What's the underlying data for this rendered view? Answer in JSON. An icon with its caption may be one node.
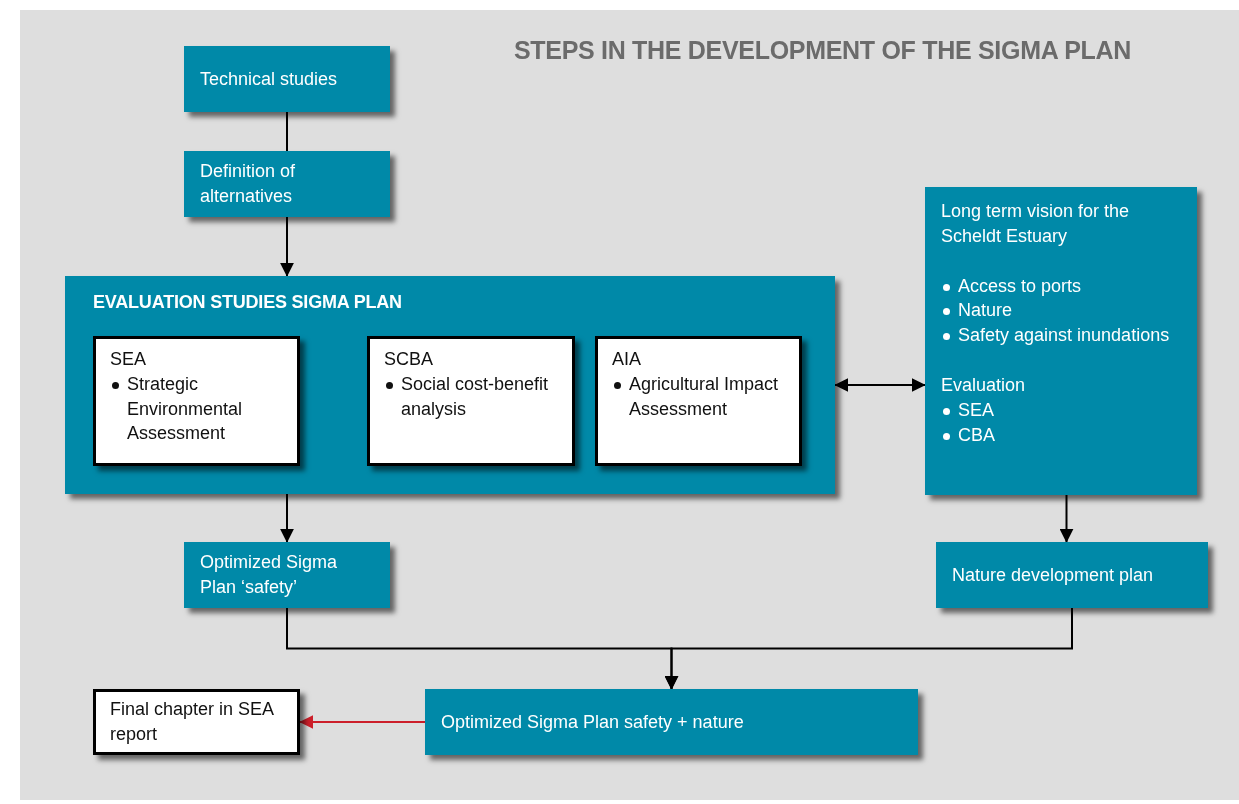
{
  "diagram": {
    "title": "STEPS IN THE DEVELOPMENT OF THE SIGMA PLAN",
    "nodes": [
      {
        "text": [
          "Technical studies"
        ]
      },
      {
        "text": [
          "Definition of alternatives"
        ]
      },
      {
        "text": [
          "EVALUATION STUDIES SIGMA PLAN"
        ]
      },
      {
        "text": [
          "SEA",
          "Strategic Environmental Assessment"
        ],
        "in": 2
      },
      {
        "text": [
          "SCBA",
          "Social cost-benefit analysis"
        ],
        "in": 2
      },
      {
        "text": [
          "AIA",
          "Agricultural Impact Assessment"
        ],
        "in": 2
      },
      {
        "text": [
          "Long term vision for the Scheldt Estuary",
          "Access to ports",
          "Nature",
          "Safety against inundations",
          "Evaluation",
          "SEA",
          "CBA"
        ]
      },
      {
        "text": [
          "Optimized Sigma Plan ‘safety’"
        ]
      },
      {
        "text": [
          "Nature development plan"
        ]
      },
      {
        "text": [
          "Optimized Sigma Plan safety + nature"
        ]
      },
      {
        "text": [
          "Final chapter in SEA report"
        ]
      }
    ],
    "edges": [
      {
        "from": 0,
        "to": 1,
        "arrow": "none"
      },
      {
        "from": 1,
        "to": 2,
        "arrow": "to"
      },
      {
        "from": 2,
        "to": 6,
        "arrow": "both"
      },
      {
        "from": 2,
        "to": 7,
        "arrow": "to"
      },
      {
        "from": 6,
        "to": 8,
        "arrow": "to"
      },
      {
        "from": 7,
        "to": 9,
        "arrow": "to"
      },
      {
        "from": 8,
        "to": 9,
        "arrow": "to"
      },
      {
        "from": 9,
        "to": 10,
        "arrow": "to",
        "color": "#cc1f2a"
      }
    ]
  }
}
